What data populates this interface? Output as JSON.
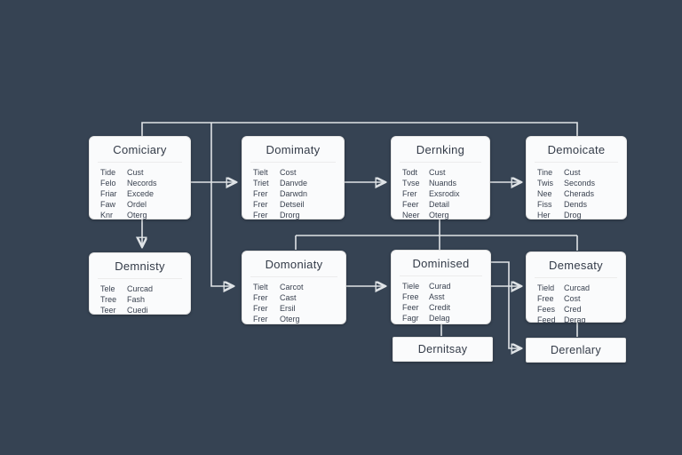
{
  "canvas": {
    "background_color": "#364353",
    "node_fill_color": "#fafbfc",
    "node_border_color": "#e3e3e3",
    "connector_color": "#dfe3e6",
    "text_color": "#343c49"
  },
  "nodes": [
    {
      "id": "comiciary",
      "title": "Comiciary",
      "rows": [
        [
          "Tide",
          "Cust"
        ],
        [
          "Felo",
          "Necords"
        ],
        [
          "Friar",
          "Excede"
        ],
        [
          "Faw",
          "Ordel"
        ],
        [
          "Knr",
          "Oterg"
        ]
      ]
    },
    {
      "id": "domimaty",
      "title": "Domimaty",
      "rows": [
        [
          "Tielt",
          "Cost"
        ],
        [
          "Triet",
          "Danvde"
        ],
        [
          "Frer",
          "Darwdn"
        ],
        [
          "Frer",
          "Detseil"
        ],
        [
          "Frer",
          "Drorg"
        ]
      ]
    },
    {
      "id": "dernking",
      "title": "Dernking",
      "rows": [
        [
          "Todt",
          "Cust"
        ],
        [
          "Tvse",
          "Nuands"
        ],
        [
          "Frer",
          "Exsrodix"
        ],
        [
          "Feer",
          "Detail"
        ],
        [
          "Neer",
          "Oterg"
        ]
      ]
    },
    {
      "id": "demoicate",
      "title": "Demoicate",
      "rows": [
        [
          "Tine",
          "Cust"
        ],
        [
          "Twis",
          "Seconds"
        ],
        [
          "Nee",
          "Cherads"
        ],
        [
          "Fiss",
          "Dends"
        ],
        [
          "Her",
          "Drog"
        ]
      ]
    },
    {
      "id": "demnisty",
      "title": "Demnisty",
      "rows": [
        [
          "Tele",
          "Curcad"
        ],
        [
          "Tree",
          "Fash"
        ],
        [
          "Teer",
          "Cuedi"
        ]
      ]
    },
    {
      "id": "domoniaty",
      "title": "Domoniaty",
      "rows": [
        [
          "Tielt",
          "Carcot"
        ],
        [
          "Frer",
          "Cast"
        ],
        [
          "Frer",
          "Ersil"
        ],
        [
          "Frer",
          "Oterg"
        ]
      ]
    },
    {
      "id": "dominised",
      "title": "Dominised",
      "rows": [
        [
          "Tiele",
          "Curad"
        ],
        [
          "Free",
          "Asst"
        ],
        [
          "Feer",
          "Credit"
        ],
        [
          "Fagr",
          "Delag"
        ]
      ]
    },
    {
      "id": "demesaty",
      "title": "Demesaty",
      "rows": [
        [
          "Tield",
          "Curcad"
        ],
        [
          "Free",
          "Cost"
        ],
        [
          "Fees",
          "Cred"
        ],
        [
          "Feed",
          "Derag"
        ]
      ]
    },
    {
      "id": "dernitsay",
      "title": "Dernitsay",
      "rows": []
    },
    {
      "id": "derenlary",
      "title": "Derenlary",
      "rows": []
    }
  ],
  "edges": [
    {
      "from": "comiciary",
      "to": "domimaty",
      "style": "arrow-right"
    },
    {
      "from": "domimaty",
      "to": "dernking",
      "style": "arrow-right"
    },
    {
      "from": "dernking",
      "to": "demoicate",
      "style": "arrow-right"
    },
    {
      "from": "comiciary",
      "to": "demnisty",
      "style": "arrow-down"
    },
    {
      "from": "comiciary",
      "to": "demoicate",
      "style": "top-rail"
    },
    {
      "from": "top-rail",
      "to": "domoniaty",
      "style": "elbow-arrow-right"
    },
    {
      "from": "dernking",
      "to": "domoniaty",
      "style": "fan-down"
    },
    {
      "from": "dernking",
      "to": "dominised",
      "style": "fan-down"
    },
    {
      "from": "dernking",
      "to": "demesaty",
      "style": "fan-down"
    },
    {
      "from": "domoniaty",
      "to": "dominised",
      "style": "arrow-right"
    },
    {
      "from": "dominised",
      "to": "demesaty",
      "style": "arrow-right"
    },
    {
      "from": "dominised",
      "to": "derenlary",
      "style": "elbow-arrow-right"
    },
    {
      "from": "dominised",
      "to": "dernitsay",
      "style": "line-down"
    },
    {
      "from": "demesaty",
      "to": "derenlary",
      "style": "line-down"
    }
  ]
}
